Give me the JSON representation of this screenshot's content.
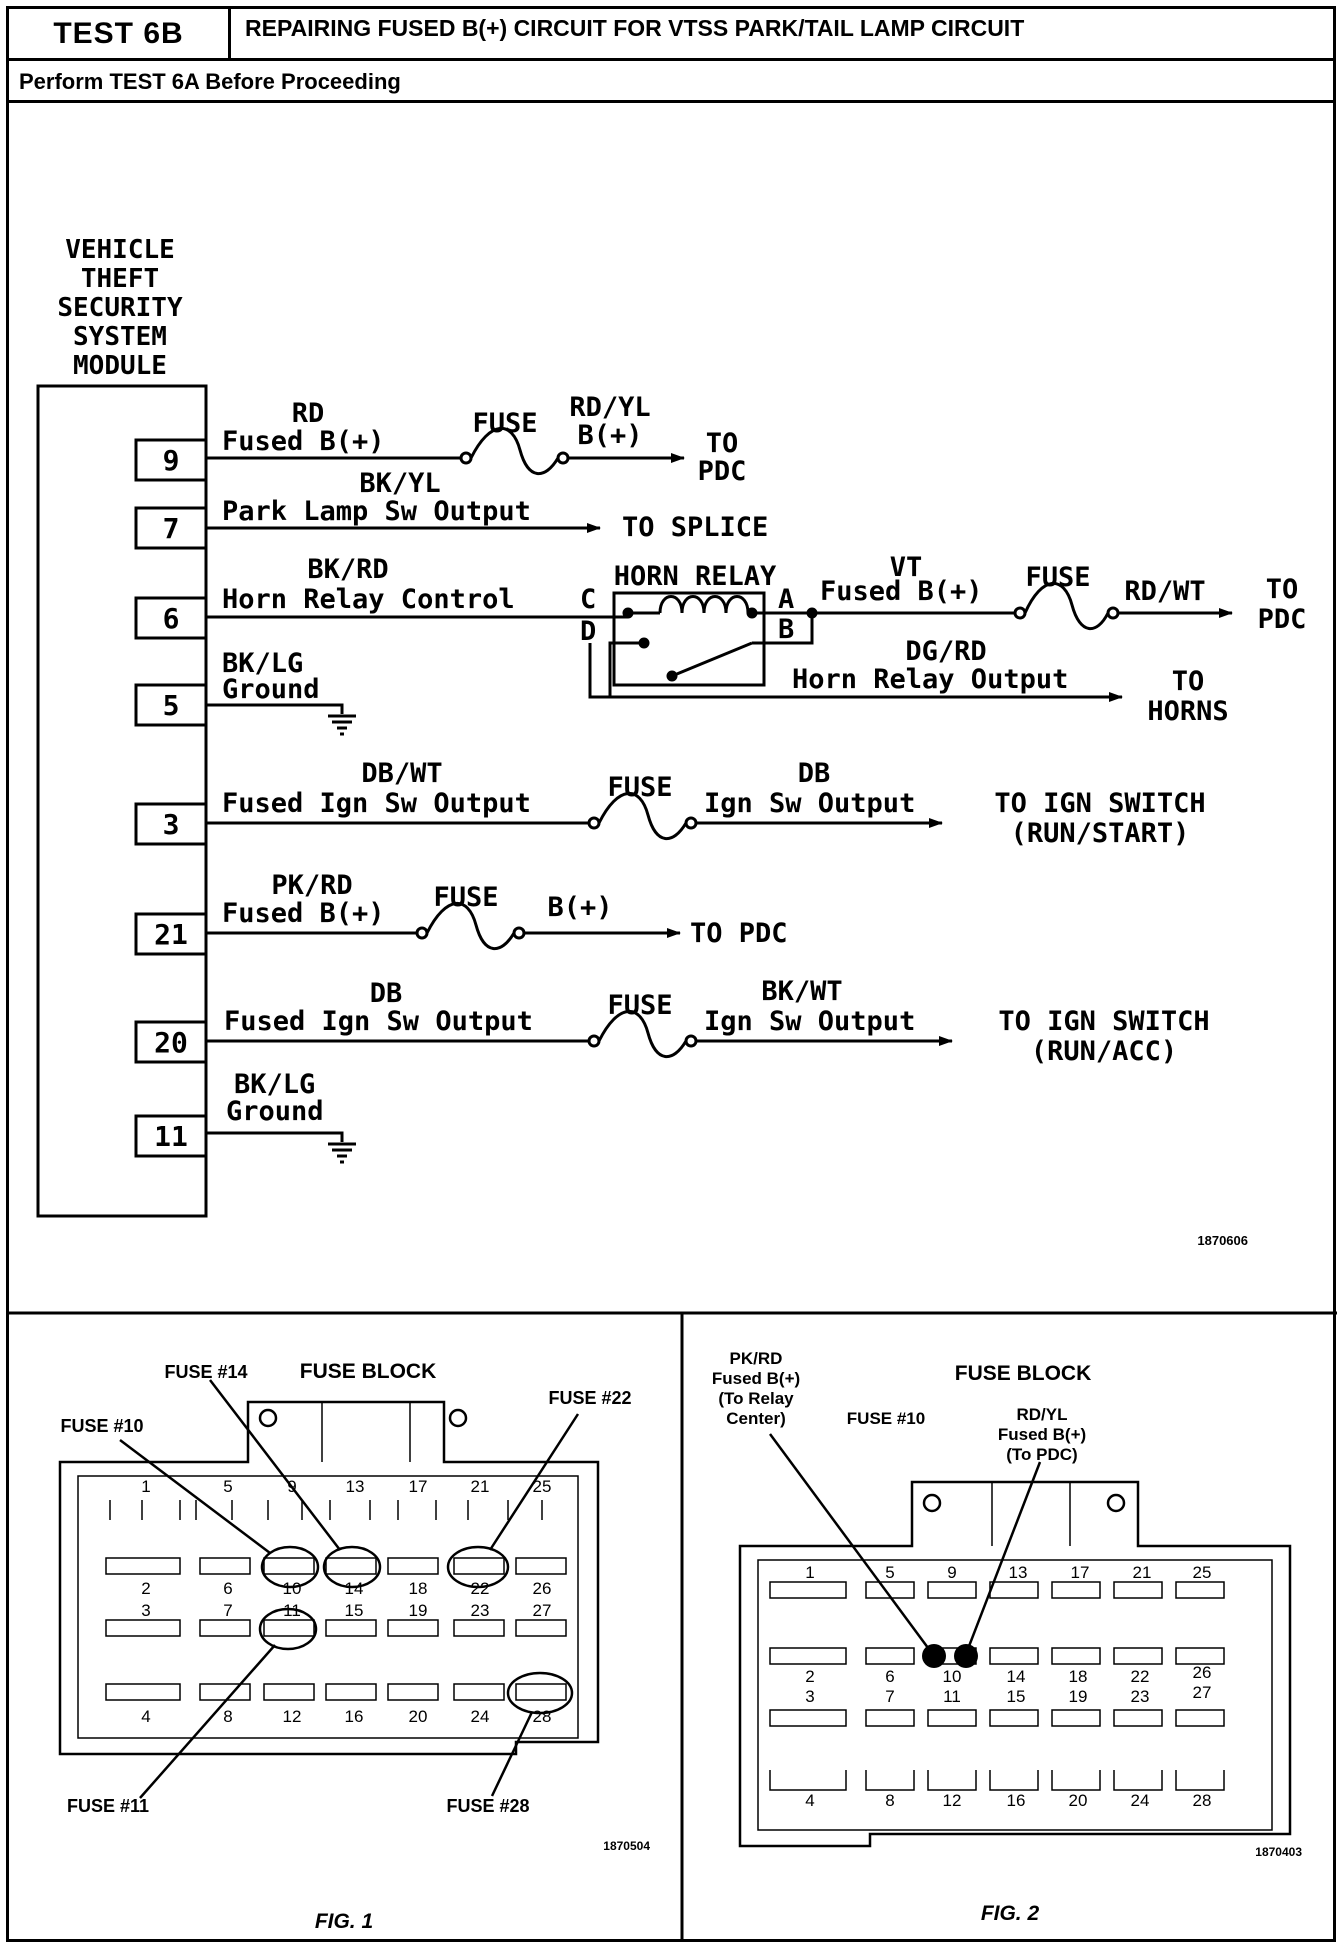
{
  "header": {
    "test_id": "TEST 6B",
    "title": "REPAIRING FUSED B(+) CIRCUIT FOR VTSS PARK/TAIL LAMP CIRCUIT",
    "subtitle": "Perform TEST 6A Before Proceeding"
  },
  "schematic": {
    "module_label": [
      "VEHICLE",
      "THEFT",
      "SECURITY",
      "SYSTEM",
      "MODULE"
    ],
    "pins": [
      "9",
      "7",
      "6",
      "5",
      "3",
      "21",
      "20",
      "11"
    ],
    "circuits": {
      "pin9": {
        "color": "RD",
        "name": "Fused B(+)",
        "fuse": "FUSE",
        "out_color": "RD/YL",
        "out_name": "B(+)",
        "dest": [
          "TO",
          "PDC"
        ]
      },
      "pin7": {
        "color": "BK/YL",
        "name": "Park Lamp Sw Output",
        "dest": "TO SPLICE"
      },
      "pin6": {
        "color": "BK/RD",
        "name": "Horn Relay Control",
        "relay": "HORN RELAY",
        "term_c": "C",
        "term_d": "D",
        "term_a": "A",
        "term_b": "B",
        "a_color": "VT",
        "a_name": "Fused B(+)",
        "fuse": "FUSE",
        "a_out_color": "RD/WT",
        "a_dest": [
          "TO",
          "PDC"
        ],
        "b_color": "DG/RD",
        "b_name": "Horn Relay Output",
        "b_dest": [
          "TO",
          "HORNS"
        ]
      },
      "pin5": {
        "color": "BK/LG",
        "name": "Ground"
      },
      "pin3": {
        "color": "DB/WT",
        "name": "Fused Ign Sw Output",
        "fuse": "FUSE",
        "out_color": "DB",
        "out_name": "Ign Sw Output",
        "dest": [
          "TO IGN SWITCH",
          "(RUN/START)"
        ]
      },
      "pin21": {
        "color": "PK/RD",
        "name": "Fused B(+)",
        "fuse": "FUSE",
        "out_name": "B(+)",
        "dest": "TO PDC"
      },
      "pin20": {
        "color": "DB",
        "name": "Fused Ign Sw Output",
        "fuse": "FUSE",
        "out_color": "BK/WT",
        "out_name": "Ign Sw Output",
        "dest": [
          "TO IGN SWITCH",
          "(RUN/ACC)"
        ]
      },
      "pin11": {
        "color": "BK/LG",
        "name": "Ground"
      }
    },
    "ref": "1870606"
  },
  "fig1": {
    "caption": "FIG. 1",
    "title": "FUSE BLOCK",
    "ref": "1870504",
    "callouts": {
      "f10": "FUSE #10",
      "f14": "FUSE #14",
      "f22": "FUSE #22",
      "f11": "FUSE #11",
      "f28": "FUSE #28"
    },
    "top_numbers": [
      "1",
      "5",
      "9",
      "13",
      "17",
      "21",
      "25"
    ],
    "row1_numbers": [
      "2",
      "6",
      "10",
      "14",
      "18",
      "22",
      "26"
    ],
    "row2_numbers": [
      "3",
      "7",
      "11",
      "15",
      "19",
      "23",
      "27"
    ],
    "row3_numbers": [
      "4",
      "8",
      "12",
      "16",
      "20",
      "24",
      "28"
    ],
    "circled": [
      "10",
      "14",
      "22",
      "11",
      "28"
    ]
  },
  "fig2": {
    "caption": "FIG. 2",
    "title": "FUSE BLOCK",
    "ref": "1870403",
    "fuse10_label": "FUSE #10",
    "left_label": [
      "PK/RD",
      "Fused B(+)",
      "(To Relay",
      "Center)"
    ],
    "right_label": [
      "RD/YL",
      "Fused B(+)",
      "(To PDC)"
    ],
    "top_numbers": [
      "1",
      "5",
      "9",
      "13",
      "17",
      "21",
      "25"
    ],
    "row1_numbers": [
      "2",
      "6",
      "10",
      "14",
      "18",
      "22",
      "26"
    ],
    "row2_numbers": [
      "3",
      "7",
      "11",
      "15",
      "19",
      "23",
      "27"
    ],
    "row3_numbers": [
      "4",
      "8",
      "12",
      "16",
      "20",
      "24",
      "28"
    ]
  }
}
